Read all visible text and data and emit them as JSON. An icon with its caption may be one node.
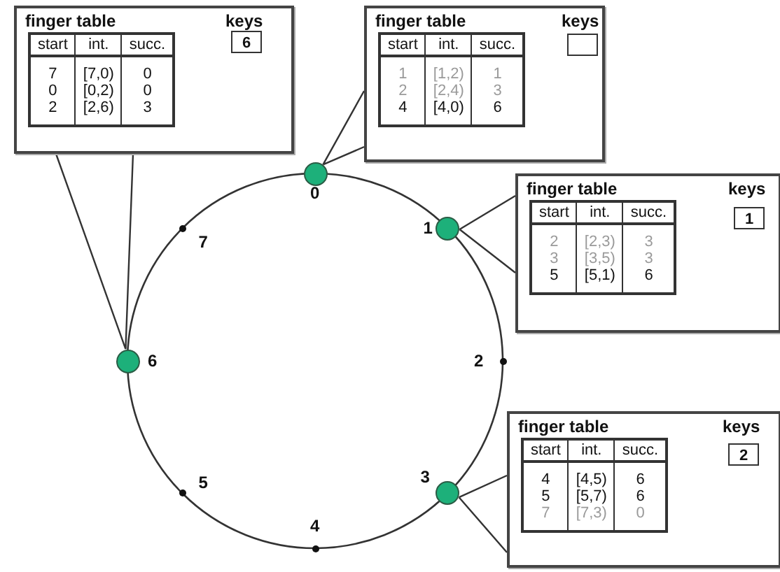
{
  "diagram": {
    "nodes": [
      {
        "text": [
          "finger table",
          "keys",
          "start",
          "int.",
          "succ.",
          "7",
          "[7,0)",
          "0",
          "0",
          "[0,2)",
          "0",
          "2",
          "[2,6)",
          "3"
        ]
      },
      {
        "text": [
          "6"
        ],
        "in": 0
      },
      {
        "text": [
          "finger table",
          "keys",
          "start",
          "int.",
          "succ.",
          "1",
          "[1,2)",
          "1",
          "2",
          "[2,4)",
          "3",
          "4",
          "[4,0)",
          "6"
        ]
      },
      {
        "text": [],
        "shape": "box",
        "in": 2
      },
      {
        "text": [],
        "shape": "circle",
        "beside": [
          "0"
        ]
      },
      {
        "text": [
          "finger table",
          "keys",
          "start",
          "int.",
          "succ.",
          "2",
          "[2,3)",
          "3",
          "3",
          "[3,5)",
          "3",
          "5",
          "[5,1)",
          "6"
        ]
      },
      {
        "text": [
          "1"
        ],
        "in": 5
      },
      {
        "text": [],
        "shape": "circle",
        "beside": [
          "1"
        ]
      },
      {
        "text": [],
        "shape": "dot",
        "beside": [
          "7"
        ]
      },
      {
        "text": [],
        "shape": "circle",
        "beside": [
          "6"
        ]
      },
      {
        "text": [],
        "shape": "dot",
        "beside": [
          "2"
        ]
      },
      {
        "text": [
          "finger table",
          "keys",
          "start",
          "int.",
          "succ.",
          "4",
          "[4,5)",
          "6",
          "5",
          "[5,7)",
          "6",
          "7",
          "[7,3)",
          "0"
        ]
      },
      {
        "text": [
          "2"
        ],
        "in": 11
      },
      {
        "text": [],
        "shape": "dot",
        "beside": [
          "5"
        ]
      },
      {
        "text": [],
        "shape": "circle",
        "beside": [
          "3"
        ]
      },
      {
        "text": [],
        "shape": "dot",
        "beside": [
          "4"
        ]
      }
    ],
    "edges": [
      {
        "from": 0,
        "to": 9,
        "arrow": "none"
      },
      {
        "from": 2,
        "to": 4,
        "arrow": "none"
      },
      {
        "from": 5,
        "to": 7,
        "arrow": "none"
      },
      {
        "from": 11,
        "to": 14,
        "arrow": "none"
      }
    ]
  }
}
